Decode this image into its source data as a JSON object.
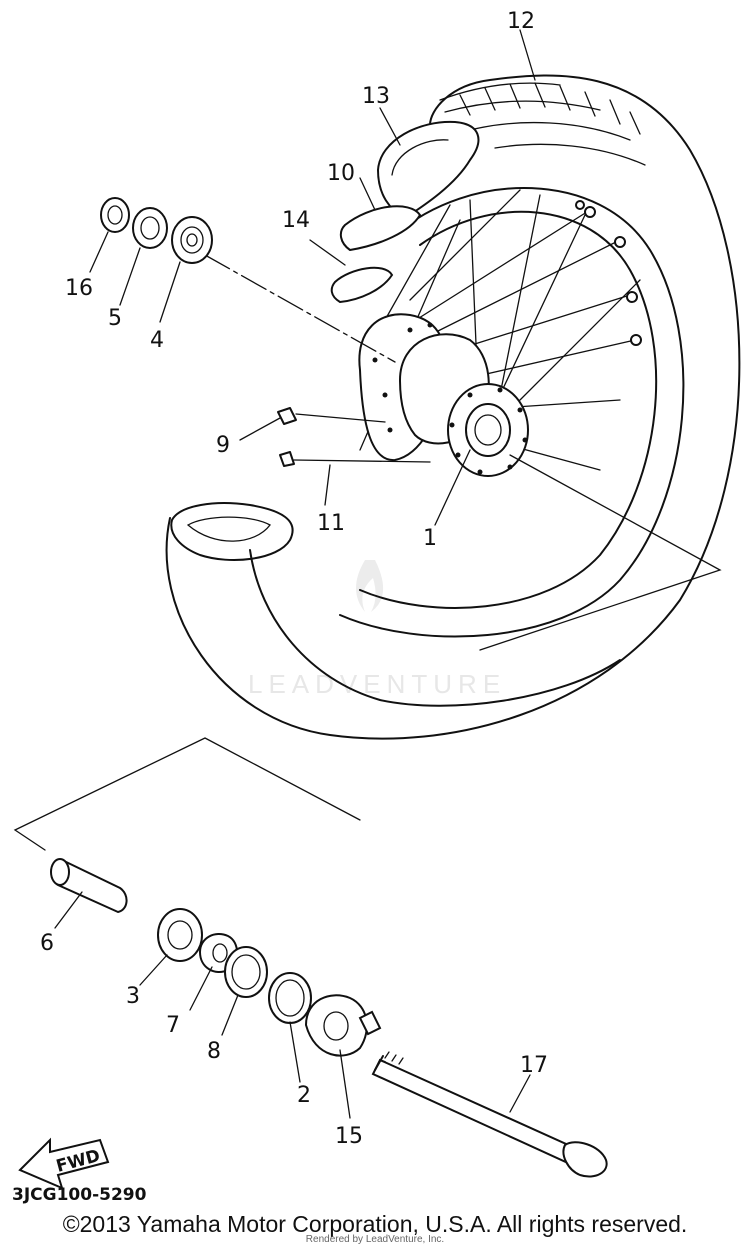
{
  "callouts": {
    "c1": "1",
    "c2": "2",
    "c3": "3",
    "c4": "4",
    "c5": "5",
    "c6": "6",
    "c7": "7",
    "c8": "8",
    "c9": "9",
    "c10": "10",
    "c11": "11",
    "c12": "12",
    "c13": "13",
    "c14": "14",
    "c15": "15",
    "c16": "16",
    "c17": "17"
  },
  "fwd_label": "FWD",
  "diagram_code": "3JCG100-5290",
  "watermark": "LEADVENTURE",
  "copyright": "©2013 Yamaha Motor Corporation, U.S.A. All rights reserved.",
  "rendered_by": "Rendered by LeadVenture, Inc."
}
